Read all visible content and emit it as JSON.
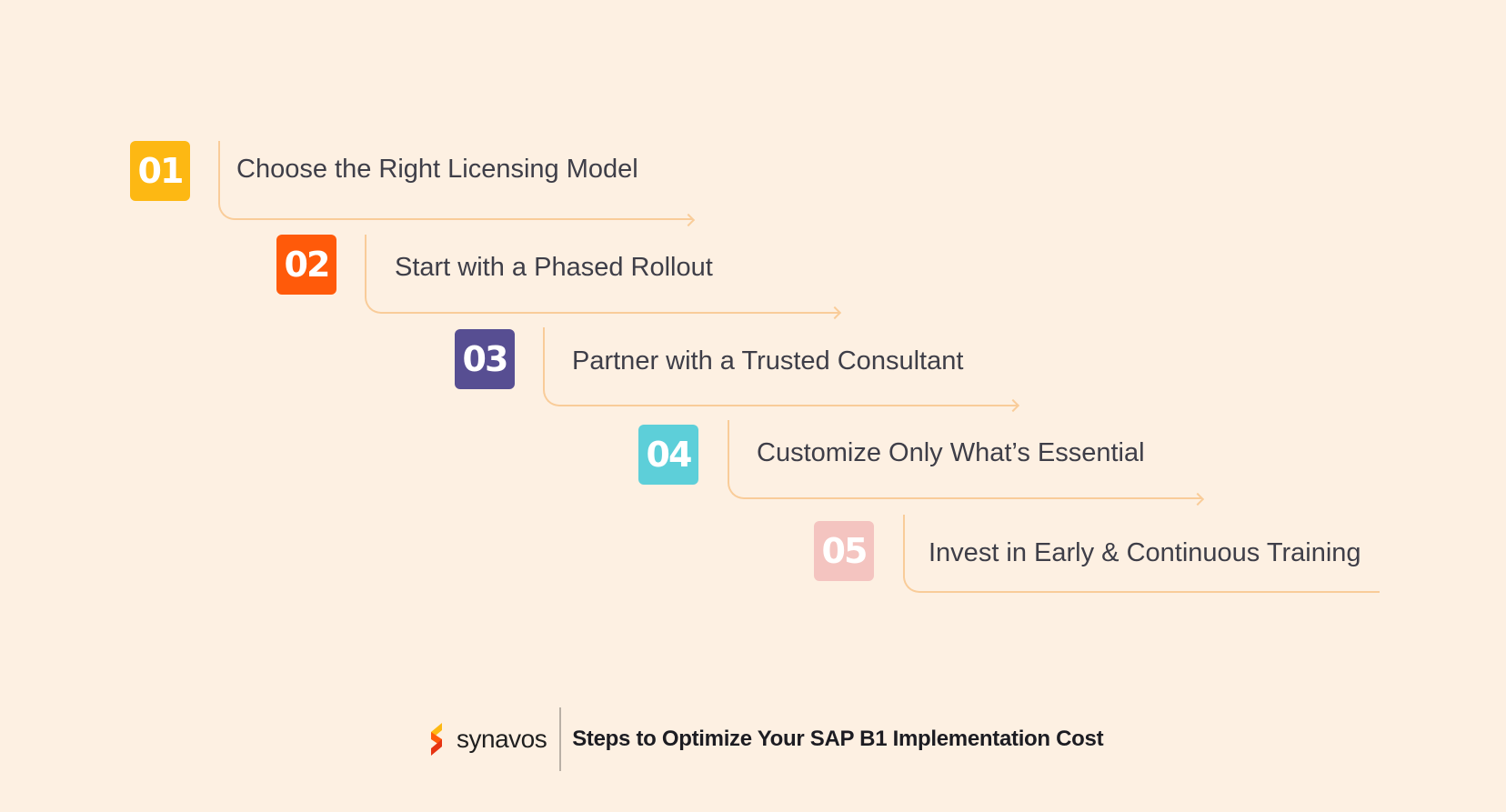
{
  "steps": [
    {
      "number": "01",
      "label": "Choose the Right Licensing Model",
      "color": "#fdb813"
    },
    {
      "number": "02",
      "label": "Start with a Phased Rollout",
      "color": "#ff5a0a"
    },
    {
      "number": "03",
      "label": "Partner with a Trusted Consultant",
      "color": "#574e92"
    },
    {
      "number": "04",
      "label": "Customize Only What’s Essential",
      "color": "#5dcfd9"
    },
    {
      "number": "05",
      "label": "Invest in Early & Continuous Training",
      "color": "#f4c4c0"
    }
  ],
  "connector_color": "#f9cc99",
  "footer": {
    "brand_name": "synavos",
    "title": "Steps to Optimize Your SAP B1 Implementation Cost"
  }
}
